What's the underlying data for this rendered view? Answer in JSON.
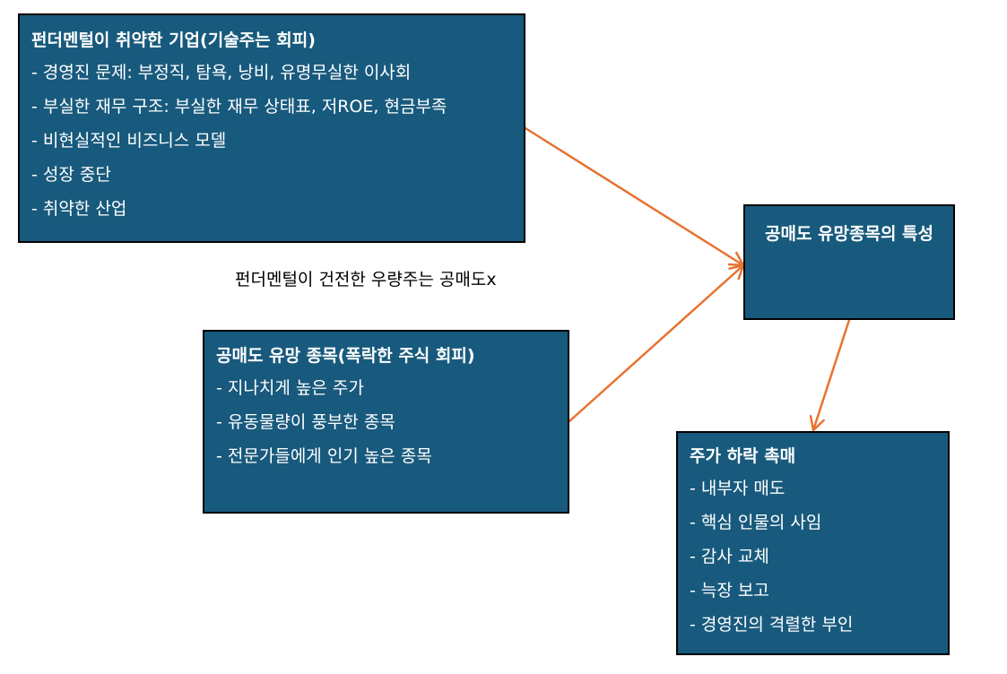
{
  "colors": {
    "box_fill": "#185a7d",
    "box_border": "#000000",
    "box_text": "#ffffff",
    "arrow": "#e87230",
    "note_text": "#000000"
  },
  "weak_box": {
    "title": "펀더멘털이 취약한 기업(기술주는 회피)",
    "items": [
      "- 경영진 문제: 부정직, 탐욕, 낭비, 유명무실한 이사회",
      "- 부실한 재무 구조: 부실한 재무 상태표, 저ROE, 현금부족",
      "- 비현실적인 비즈니스 모델",
      "- 성장 중단",
      "- 취약한 산업"
    ]
  },
  "note": "펀더멘털이 건전한 우량주는 공매도x",
  "promising_box": {
    "title": "공매도 유망 종목(폭락한 주식 회피)",
    "items": [
      "- 지나치게 높은 주가",
      "- 유동물량이 풍부한 종목",
      "- 전문가들에게 인기 높은 종목"
    ]
  },
  "traits_box": {
    "title": "공매도 유망종목의 특성"
  },
  "catalyst_box": {
    "title": "주가 하락 촉매",
    "items": [
      "- 내부자 매도",
      "- 핵심 인물의 사임",
      "- 감사 교체",
      "- 늑장 보고",
      "- 경영진의 격렬한 부인"
    ]
  },
  "connectors": [
    {
      "from": "weak_box",
      "to": "traits_box"
    },
    {
      "from": "promising_box",
      "to": "traits_box"
    },
    {
      "from": "traits_box",
      "to": "catalyst_box"
    }
  ]
}
